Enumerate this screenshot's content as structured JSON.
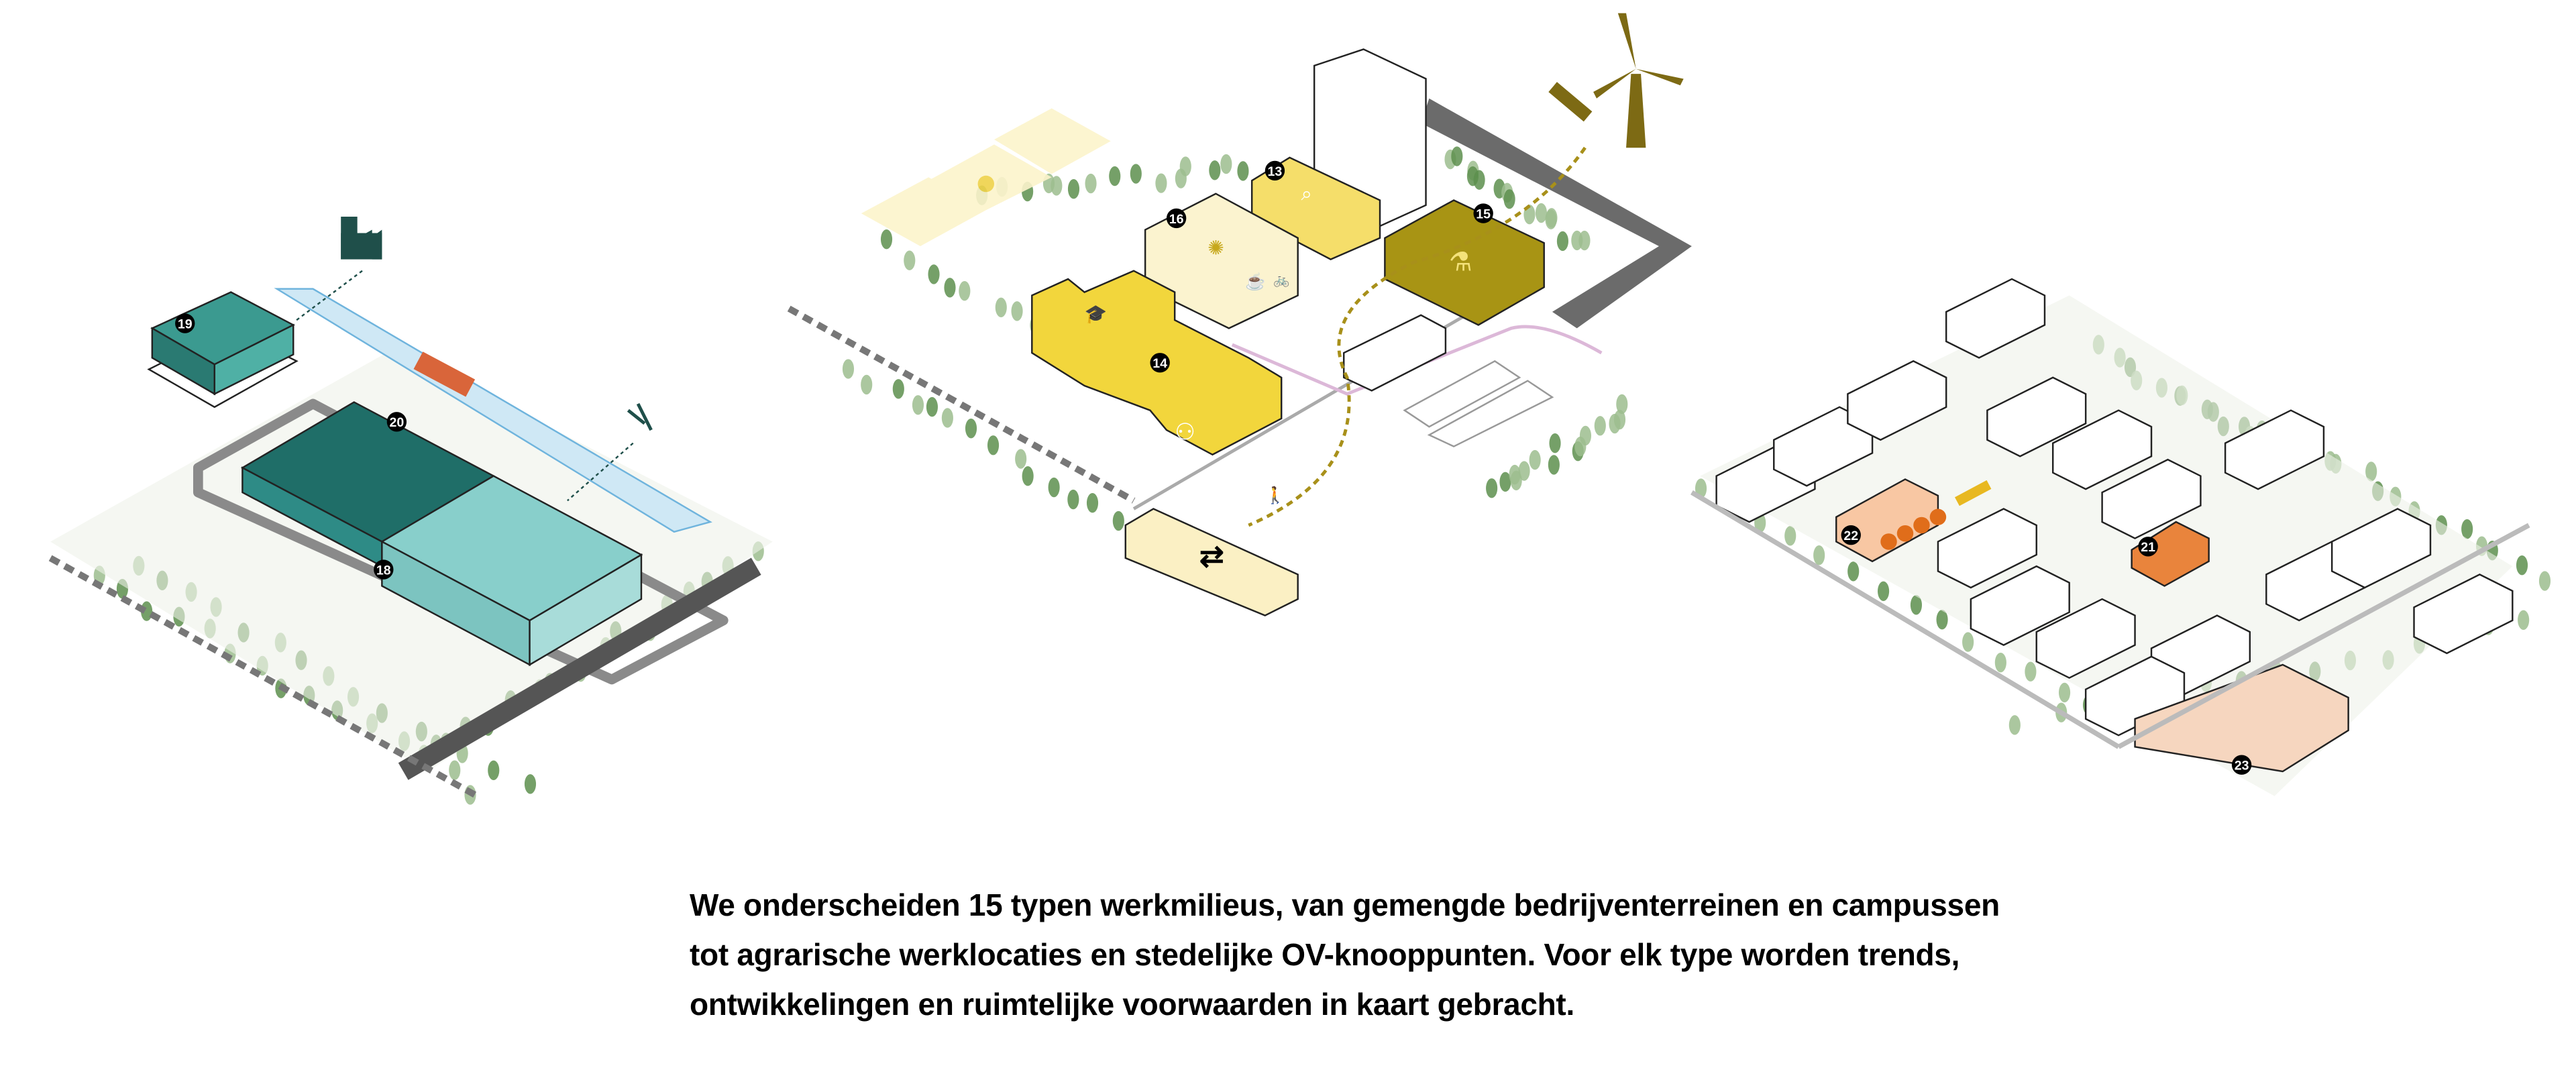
{
  "caption": {
    "lines": [
      "We onderscheiden 15 typen werkmilieus, van gemengde bedrijventerreinen en campussen",
      "tot agrarische werklocaties en stedelijke OV-knooppunten. Voor elk type worden trends,",
      "ontwikkelingen en ruimtelijke voorwaarden in kaart gebracht."
    ]
  },
  "clusters": [
    {
      "theme": "teal",
      "color": "#2e8b86",
      "markers": [
        "19",
        "20",
        "18"
      ]
    },
    {
      "theme": "yellow",
      "color": "#f2d63c",
      "markers": [
        "13",
        "16",
        "15",
        "14"
      ]
    },
    {
      "theme": "orange",
      "color": "#e9843c",
      "markers": [
        "22",
        "21",
        "23"
      ]
    }
  ],
  "colors": {
    "tree": "#5d8f4e",
    "road": "#6b6b6b",
    "water": "#cfe8f5",
    "olive": "#a89414",
    "cream": "#fbf3c8",
    "marker": "#000000"
  },
  "icons": [
    "factory-icon",
    "ship-icon",
    "energy-icon",
    "magnifier-icon",
    "lightbulb-icon",
    "coffee-icon",
    "flask-icon",
    "graduation-cap-icon",
    "meeting-icon",
    "plant-hand-icon",
    "satellite-icon",
    "wind-turbine-icon",
    "train-station-icon",
    "pedestrian-icon",
    "bicycle-icon"
  ]
}
